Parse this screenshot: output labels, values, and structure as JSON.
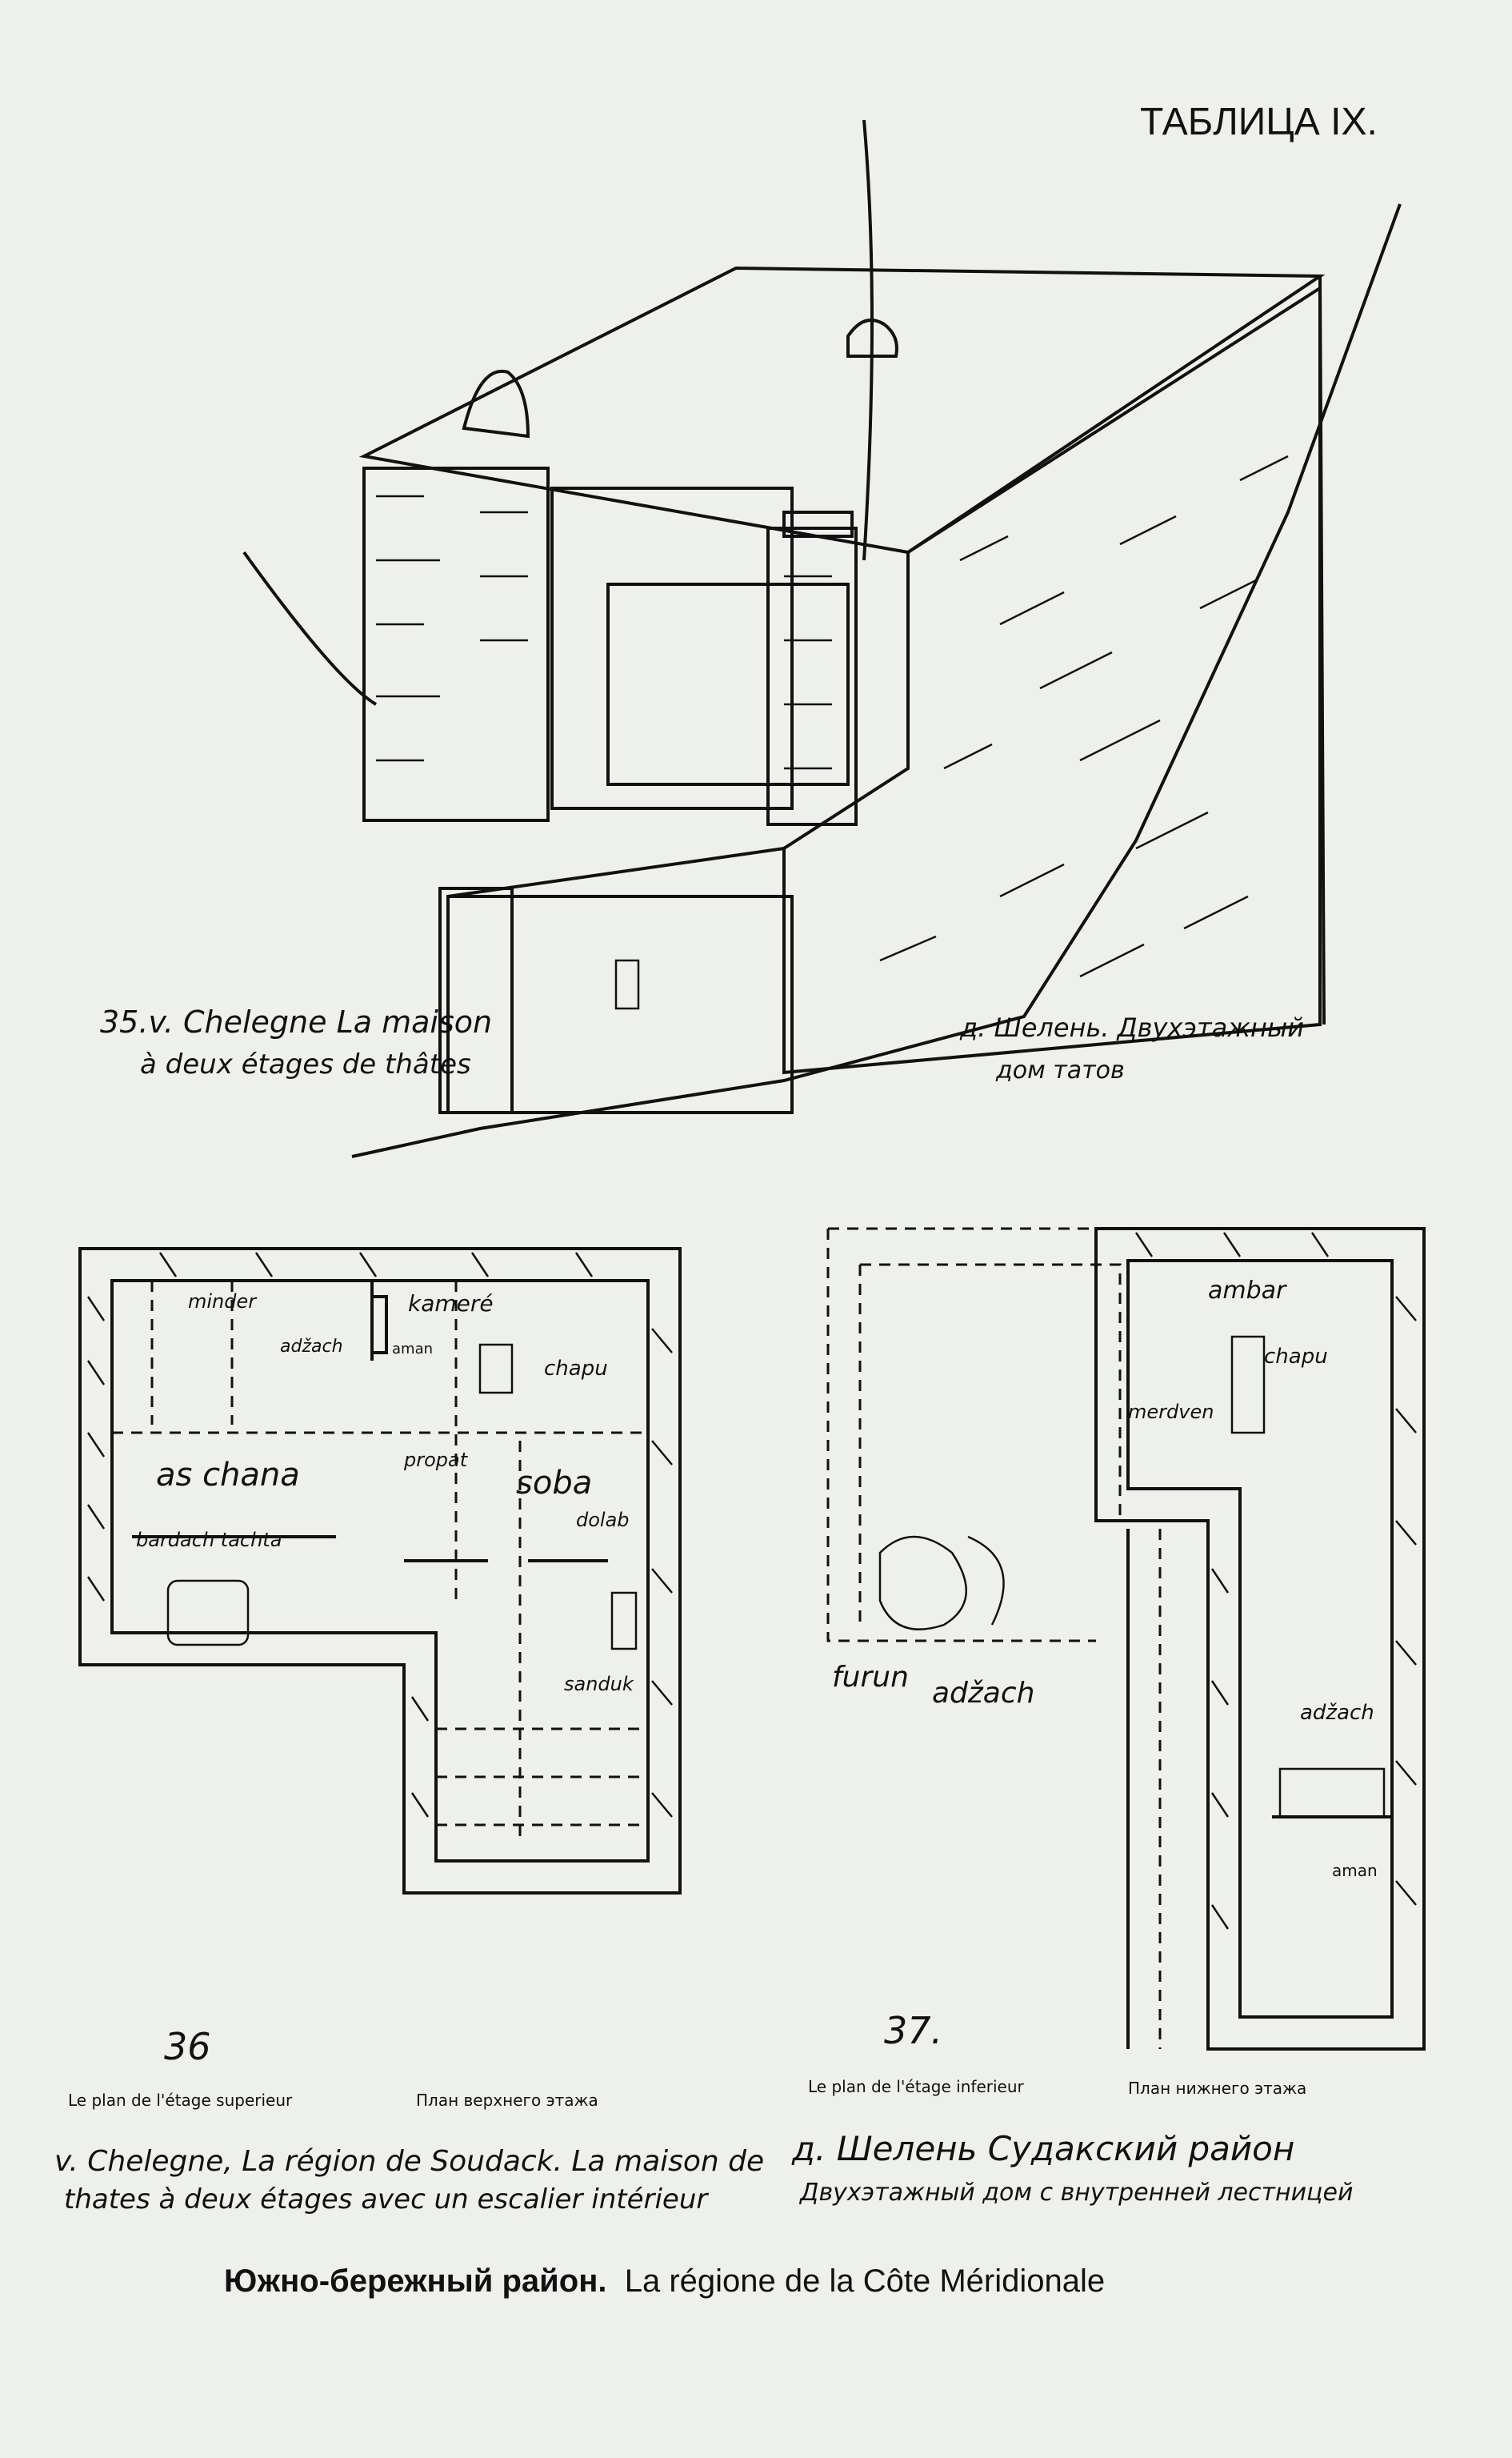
{
  "plate_title": "ТАБЛИЦА IX.",
  "figure35": {
    "number": "35.",
    "caption_fr_line1": "v. Chelegne La maison",
    "caption_fr_line2": "à deux étages de thâtes",
    "caption_ru_line1": "д. Шелень. Двухэтажный",
    "caption_ru_line2": "дом татов"
  },
  "figure36": {
    "number": "36",
    "plan_label_fr": "Le plan de l'étage superieur",
    "plan_label_ru": "План верхнего этажа",
    "rooms": {
      "minder": "minder",
      "kamere": "kameré",
      "adzach": "adžach",
      "aman": "aman",
      "chapu": "chapu",
      "as_chana": "as chana",
      "propat": "propat",
      "soba": "soba",
      "dolab": "dolab",
      "bardach_tachta": "bardach tachta",
      "sanduk": "sanduk"
    }
  },
  "figure37": {
    "number": "37.",
    "plan_label_fr": "Le plan de l'étage inferieur",
    "plan_label_ru": "План нижнего этажа",
    "rooms": {
      "ambar": "ambar",
      "chapu": "chapu",
      "merdven": "merdven",
      "furun": "furun",
      "adzach_left": "adžach",
      "adzach_right": "adžach",
      "aman": "aman"
    }
  },
  "caption_bottom_fr_line1": "v. Chelegne, La région de Soudack. La maison de",
  "caption_bottom_fr_line2": "thates à deux étages avec un escalier intérieur",
  "caption_bottom_ru_line1": "д. Шелень Судакский район",
  "caption_bottom_ru_line2": "Двухэтажный дом с внутренней лестницей",
  "footer": {
    "ru": "Южно-бережный район.",
    "fr": "La régione de la Côte Méridionale"
  }
}
